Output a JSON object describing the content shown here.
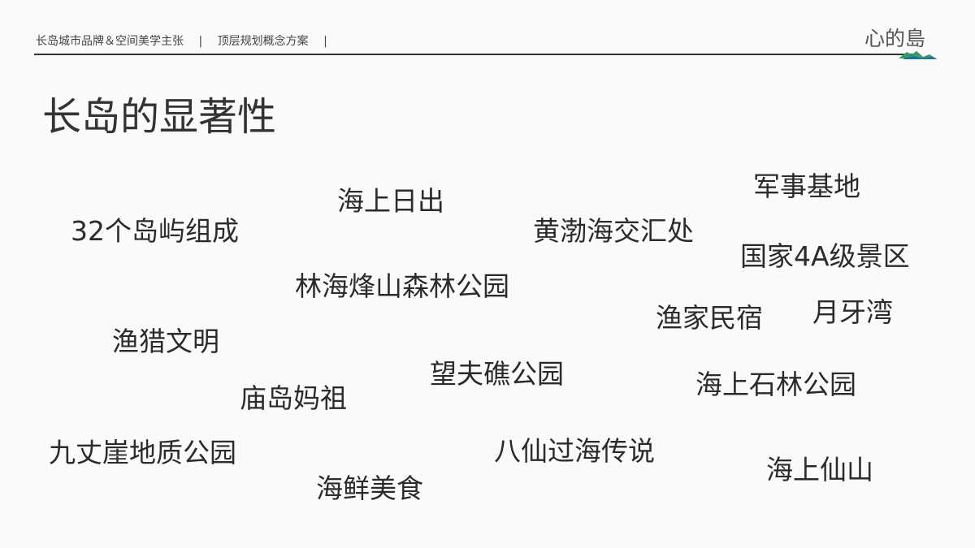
{
  "header": {
    "project": "长岛城市品牌＆空间美学主张",
    "sep1": "|",
    "section": "顶层规划概念方案",
    "sep2": "|"
  },
  "logo": {
    "text": "心的島",
    "colors": {
      "mountain_top": "#3a9a6a",
      "mountain_bottom": "#1a6fa0"
    }
  },
  "title": "长岛的显著性",
  "words": [
    "海上日出",
    "32个岛屿组成",
    "黄渤海交汇处",
    "军事基地",
    "国家4A级景区",
    "林海烽山森林公园",
    "渔家民宿",
    "月牙湾",
    "渔猎文明",
    "望夫礁公园",
    "海上石林公园",
    "庙岛妈祖",
    "九丈崖地质公园",
    "八仙过海传说",
    "海上仙山",
    "海鲜美食"
  ]
}
